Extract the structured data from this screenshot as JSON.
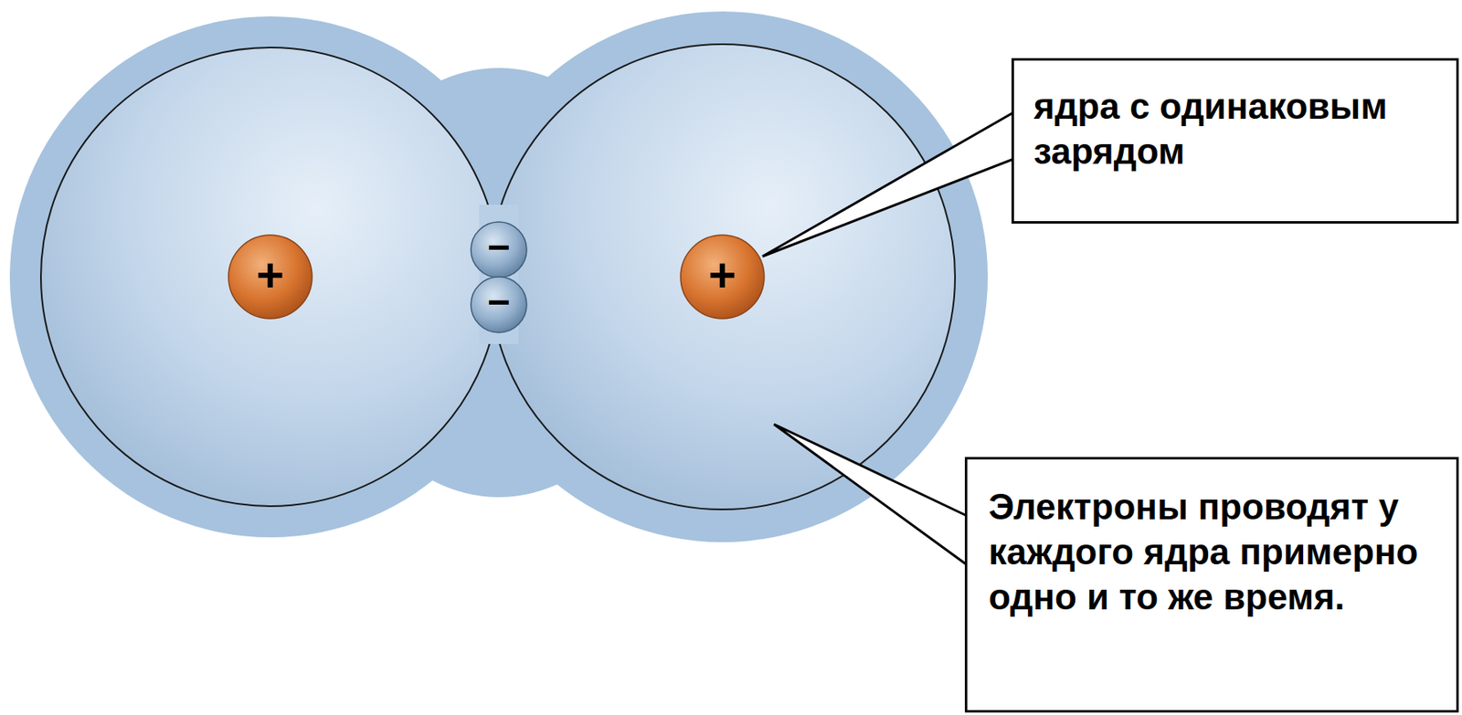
{
  "diagram": {
    "nodes": [
      {
        "text": [
          "ядра с одинаковым зарядом"
        ]
      },
      {
        "text": [
          "Электроны проводят у каждого ядра примерно одно и то же время."
        ]
      }
    ],
    "labels": [
      "+",
      "−",
      "−",
      "+"
    ]
  }
}
